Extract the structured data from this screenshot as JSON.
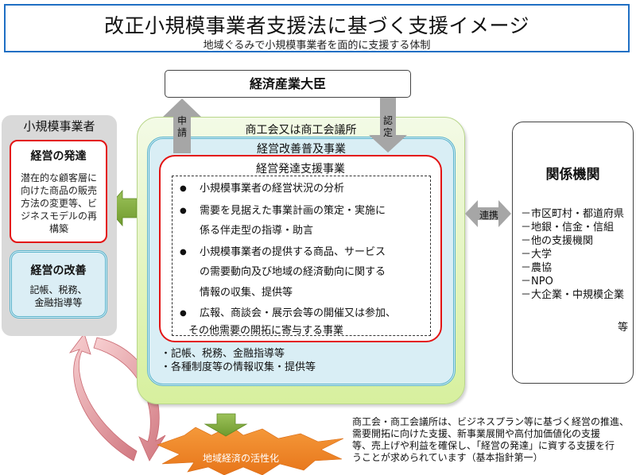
{
  "header": {
    "title": "改正小規模事業者支援法に基づく支援イメージ",
    "subtitle": "地域ぐるみで小規模事業者を面的に支援する体制"
  },
  "meti": {
    "label": "経済産業大臣"
  },
  "arrows": {
    "apply": "申請",
    "certify": "認定",
    "cooperate": "連携"
  },
  "small_business": {
    "title": "小規模事業者",
    "development": {
      "title": "経営の発達",
      "lines": [
        "潜在的な顧客層に",
        "向けた商品の販売",
        "方法の変更等、ビ",
        "ジネスモデルの再",
        "構築"
      ]
    },
    "improvement": {
      "title": "経営の改善",
      "lines": [
        "記帳、税務、",
        "金融指導等"
      ]
    }
  },
  "chamber": {
    "title": "商工会又は商工会議所",
    "improvement_program": {
      "title": "経営改善普及事業",
      "items": [
        "記帳、税務、金融指導等",
        "各種制度等の情報収集・提供等"
      ]
    },
    "development_program": {
      "title": "経営発達支援事業",
      "items": [
        {
          "lines": [
            "小規模事業者の経営状況の分析"
          ]
        },
        {
          "lines": [
            "需要を見据えた事業計画の策定・実施に",
            "係る伴走型の指導・助言"
          ]
        },
        {
          "lines": [
            "小規模事業者の提供する商品、サービス",
            "の需要動向及び地域の経済動向に関する",
            "情報の収集、提供等"
          ]
        },
        {
          "lines": [
            "広報、商談会・展示会等の開催又は参加、",
            "その他需要の開拓に寄与する事業"
          ]
        }
      ]
    }
  },
  "related_orgs": {
    "title": "関係機関",
    "items": [
      "－市区町村・都道府県",
      "－地銀・信金・信組",
      "－他の支援機関",
      "－大学",
      "－農協",
      "－NPO",
      "－大企業・中規模企業"
    ],
    "etc": "等"
  },
  "outcome": {
    "label": "地域経済の活性化"
  },
  "note": {
    "lines": [
      "商工会・商工会議所は、ビジネスプラン等に基づく経営の推進、",
      "需要開拓に向けた支援、新事業展開や高付加価値化の支援",
      "等、売上げや利益を確保し、「経営の発達」に資する支援を行",
      "うことが求められています（基本指針第一）"
    ]
  },
  "colors": {
    "title_border": "#1f6fc4",
    "development_border": "#e31414",
    "improvement_border": "#5ab4cc",
    "improvement_fill": "#d9eef5",
    "chamber_fill": "#eaf6d0",
    "green_arrow": "#77a33a",
    "gray_arrow": "#a6a6a6",
    "burst": "#f08a24",
    "cycle_arrow": "#e8a0a4"
  }
}
